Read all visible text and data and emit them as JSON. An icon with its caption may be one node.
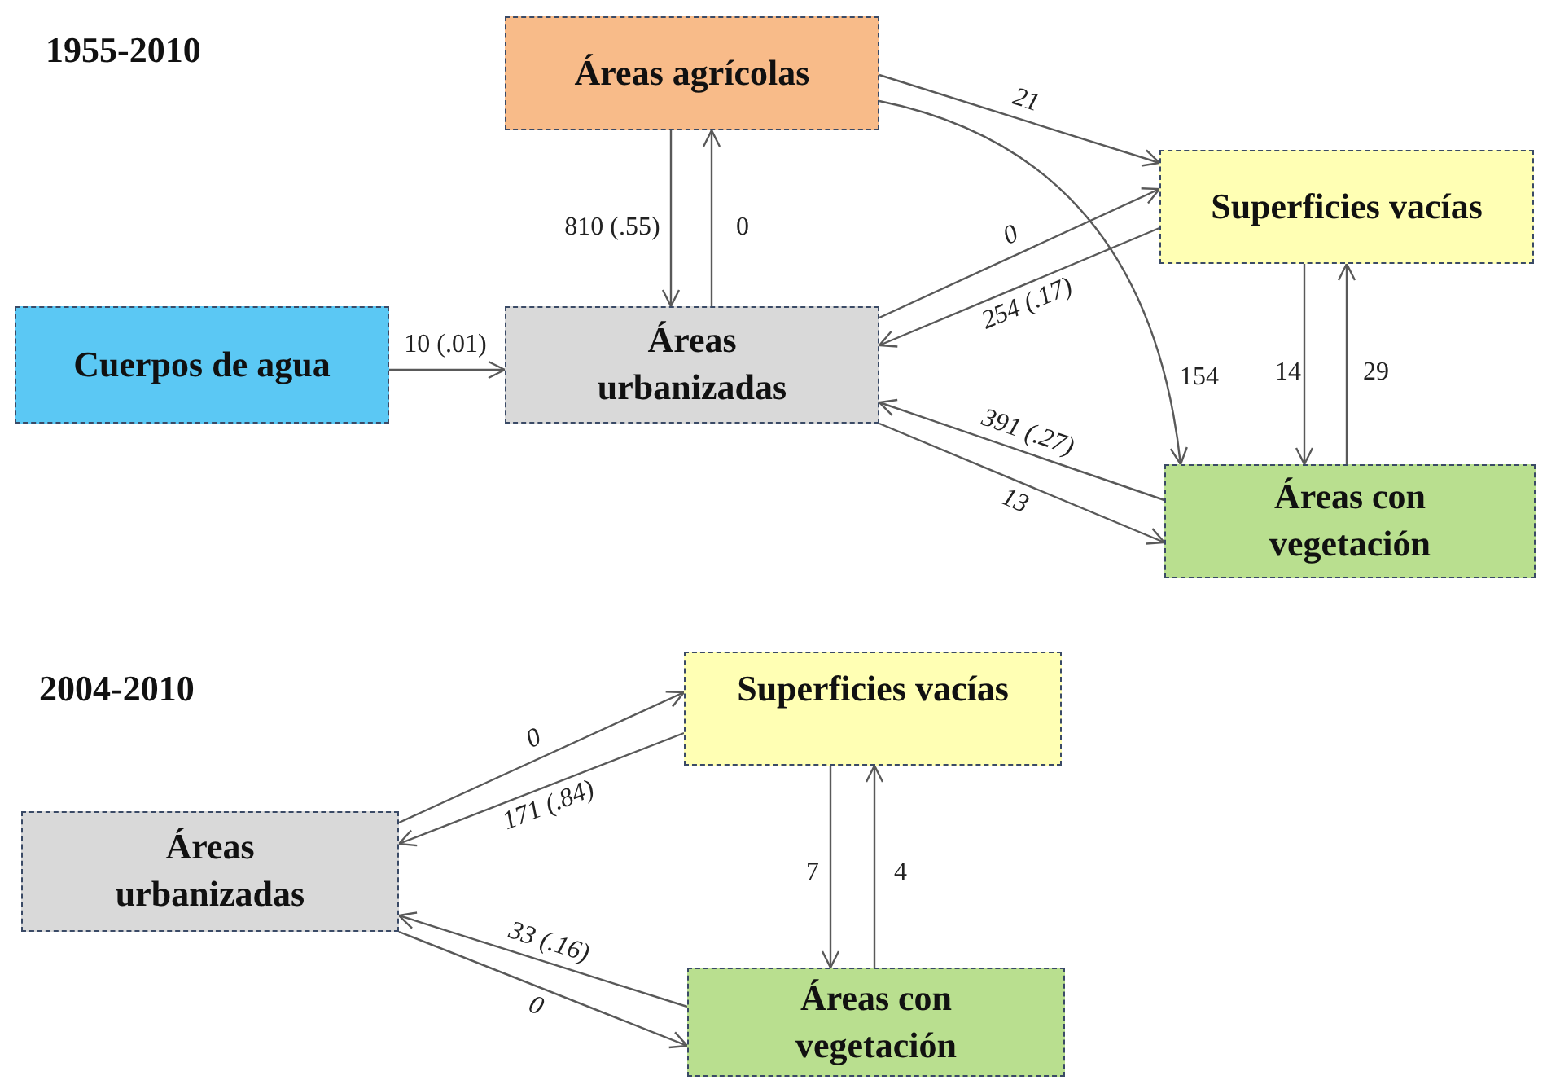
{
  "diagram": {
    "nodes": [
      {
        "text": [
          "Áreas agrícolas"
        ]
      },
      {
        "text": [
          "Superficies vacías"
        ]
      },
      {
        "text": [
          "Cuerpos de agua"
        ]
      },
      {
        "text": [
          "Áreas urbanizadas"
        ]
      },
      {
        "text": [
          "Áreas con vegetación"
        ]
      },
      {
        "text": [
          "Superficies vacías"
        ]
      },
      {
        "text": [
          "Áreas urbanizadas"
        ]
      },
      {
        "text": [
          "Áreas con vegetación"
        ]
      }
    ],
    "edges": [
      {
        "from": 0,
        "to": 3,
        "arrow": "to",
        "label": "810 (.55)"
      },
      {
        "from": 3,
        "to": 0,
        "arrow": "to",
        "label": "0"
      },
      {
        "from": 2,
        "to": 3,
        "arrow": "to",
        "label": "10 (.01)"
      },
      {
        "from": 0,
        "to": 1,
        "arrow": "to",
        "label": "21"
      },
      {
        "from": 0,
        "to": 4,
        "arrow": "to",
        "label": "154"
      },
      {
        "from": 3,
        "to": 1,
        "arrow": "to",
        "label": "0"
      },
      {
        "from": 1,
        "to": 3,
        "arrow": "to",
        "label": "254 (.17)"
      },
      {
        "from": 4,
        "to": 3,
        "arrow": "to",
        "label": "391 (.27)"
      },
      {
        "from": 3,
        "to": 4,
        "arrow": "to",
        "label": "13"
      },
      {
        "from": 1,
        "to": 4,
        "arrow": "to",
        "label": "14"
      },
      {
        "from": 4,
        "to": 1,
        "arrow": "to",
        "label": "29"
      },
      {
        "from": 6,
        "to": 5,
        "arrow": "to",
        "label": "0"
      },
      {
        "from": 5,
        "to": 6,
        "arrow": "to",
        "label": "171 (.84)"
      },
      {
        "from": 5,
        "to": 7,
        "arrow": "to",
        "label": "7"
      },
      {
        "from": 7,
        "to": 5,
        "arrow": "to",
        "label": "4"
      },
      {
        "from": 7,
        "to": 6,
        "arrow": "to",
        "label": "33 (.16)"
      },
      {
        "from": 6,
        "to": 7,
        "arrow": "to",
        "label": "0"
      }
    ],
    "labels": [
      "1955-2010",
      "2004-2010"
    ]
  }
}
